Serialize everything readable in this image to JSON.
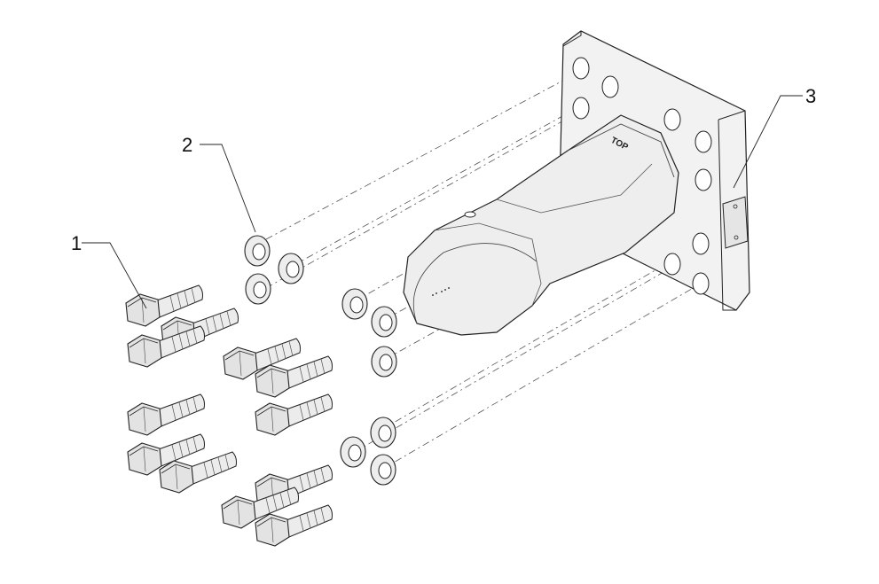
{
  "callouts": [
    {
      "id": "1",
      "label": "1",
      "part": "bolt"
    },
    {
      "id": "2",
      "label": "2",
      "part": "washer"
    },
    {
      "id": "3",
      "label": "3",
      "part": "bracket"
    }
  ],
  "bracket_marking": "TOP",
  "colors": {
    "line": "#222222",
    "part_fill": "#e9e9e9",
    "part_fill_dark": "#cfcfcf",
    "background": "#ffffff"
  }
}
